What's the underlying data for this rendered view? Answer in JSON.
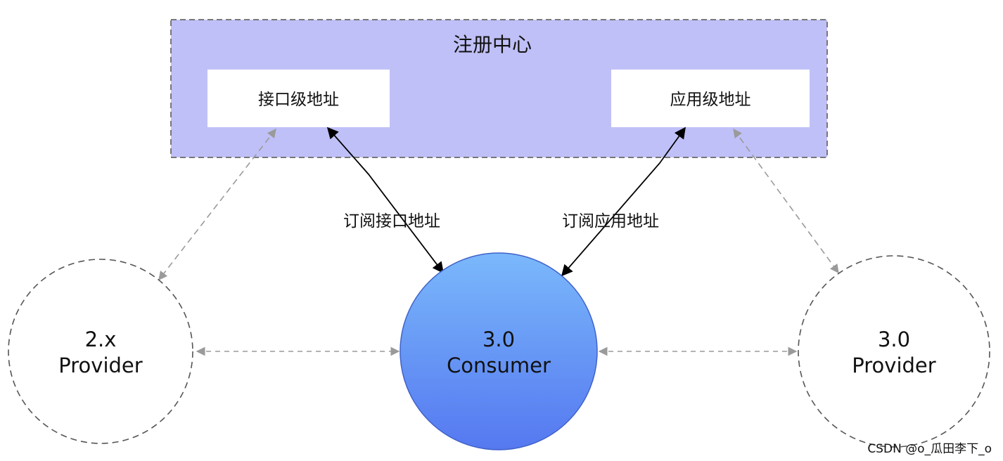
{
  "registry": {
    "title": "注册中心",
    "interface_box": "接口级地址",
    "app_box": "应用级地址",
    "fill": "#c0c0f8"
  },
  "consumer": {
    "line1": "3.0",
    "line2": "Consumer",
    "gradient_top": "#7ab8fb",
    "gradient_bottom": "#5578f0"
  },
  "provider_2x": {
    "line1": "2.x",
    "line2": "Provider"
  },
  "provider_30": {
    "line1": "3.0",
    "line2": "Provider"
  },
  "edges": {
    "subscribe_interface": "订阅接口地址",
    "subscribe_app": "订阅应用地址"
  },
  "watermark": "CSDN @o_瓜田李下_o"
}
